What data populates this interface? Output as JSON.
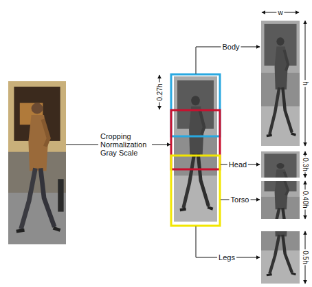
{
  "diagram": {
    "labels": [
      "Cropping Normalization Gray Scale",
      "0.27h",
      "Body",
      "Head",
      "Torso",
      "Legs",
      "w",
      "h",
      "0.3h",
      "0.40h",
      "0.5h"
    ]
  }
}
